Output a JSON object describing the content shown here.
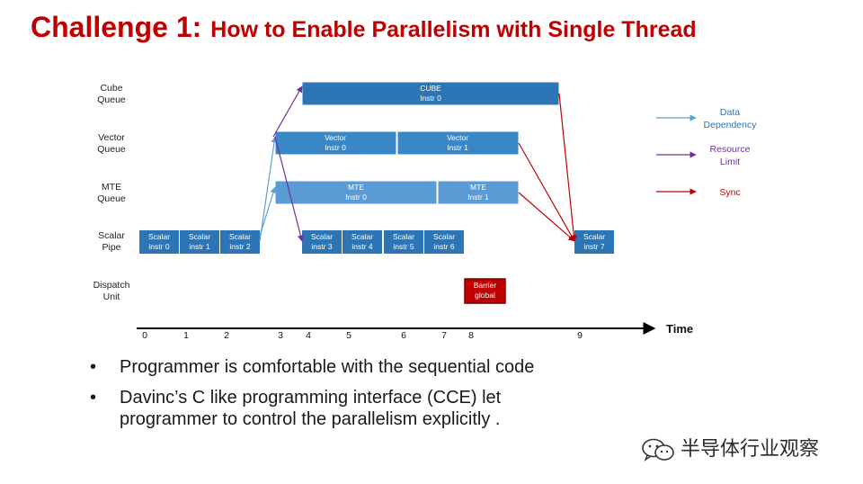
{
  "title": {
    "main": "Challenge 1:",
    "sub": "How to Enable Parallelism with Single Thread"
  },
  "queues": [
    {
      "line1": "Cube",
      "line2": "Queue"
    },
    {
      "line1": "Vector",
      "line2": "Queue"
    },
    {
      "line1": "MTE",
      "line2": "Queue"
    },
    {
      "line1": "Scalar",
      "line2": "Pipe"
    },
    {
      "line1": "Dispatch",
      "line2": "Unit"
    }
  ],
  "blocks": {
    "cube0": {
      "line1": "CUBE",
      "line2": "Instr 0"
    },
    "vector0": {
      "line1": "Vector",
      "line2": "Instr 0"
    },
    "vector1": {
      "line1": "Vector",
      "line2": "Instr 1"
    },
    "mte0": {
      "line1": "MTE",
      "line2": "Instr 0"
    },
    "mte1": {
      "line1": "MTE",
      "line2": "Instr 1"
    },
    "scalar0": {
      "line1": "Scalar",
      "line2": "instr 0"
    },
    "scalar1": {
      "line1": "Scalar",
      "line2": "instr 1"
    },
    "scalar2": {
      "line1": "Scalar",
      "line2": "instr 2"
    },
    "scalar3": {
      "line1": "Scalar",
      "line2": "instr 3"
    },
    "scalar4": {
      "line1": "Scalar",
      "line2": "instr 4"
    },
    "scalar5": {
      "line1": "Scalar",
      "line2": "instr 5"
    },
    "scalar6": {
      "line1": "Scalar",
      "line2": "instr 6"
    },
    "scalar7": {
      "line1": "Scalar",
      "line2": "instr 7"
    },
    "barrier": {
      "line1": "Barrier",
      "line2": "global"
    }
  },
  "timeline": {
    "label": "Time",
    "ticks": [
      "0",
      "1",
      "2",
      "3",
      "4",
      "5",
      "6",
      "7",
      "8",
      "9"
    ]
  },
  "legend": {
    "data": {
      "line1": "Data",
      "line2": "Dependency",
      "color": "#5ba3cf"
    },
    "resource": {
      "line1": "Resource",
      "line2": "Limit",
      "color": "#7030a0"
    },
    "sync": {
      "line1": "Sync",
      "color": "#c00000"
    }
  },
  "colors": {
    "cube_block": "#2e75b6",
    "vector_block": "#3a87c8",
    "mte_block": "#5b9bd5",
    "scalar_block": "#2e75b6",
    "barrier_block": "#c00000"
  },
  "bullets": [
    "Programmer is comfortable with the sequential code",
    "Davinc’s C like programming interface (CCE) let programmer to control the parallelism explicitly ."
  ],
  "bullet_marker": "•",
  "watermark": {
    "text": "半导体行业观察",
    "icon": "wechat-icon"
  }
}
